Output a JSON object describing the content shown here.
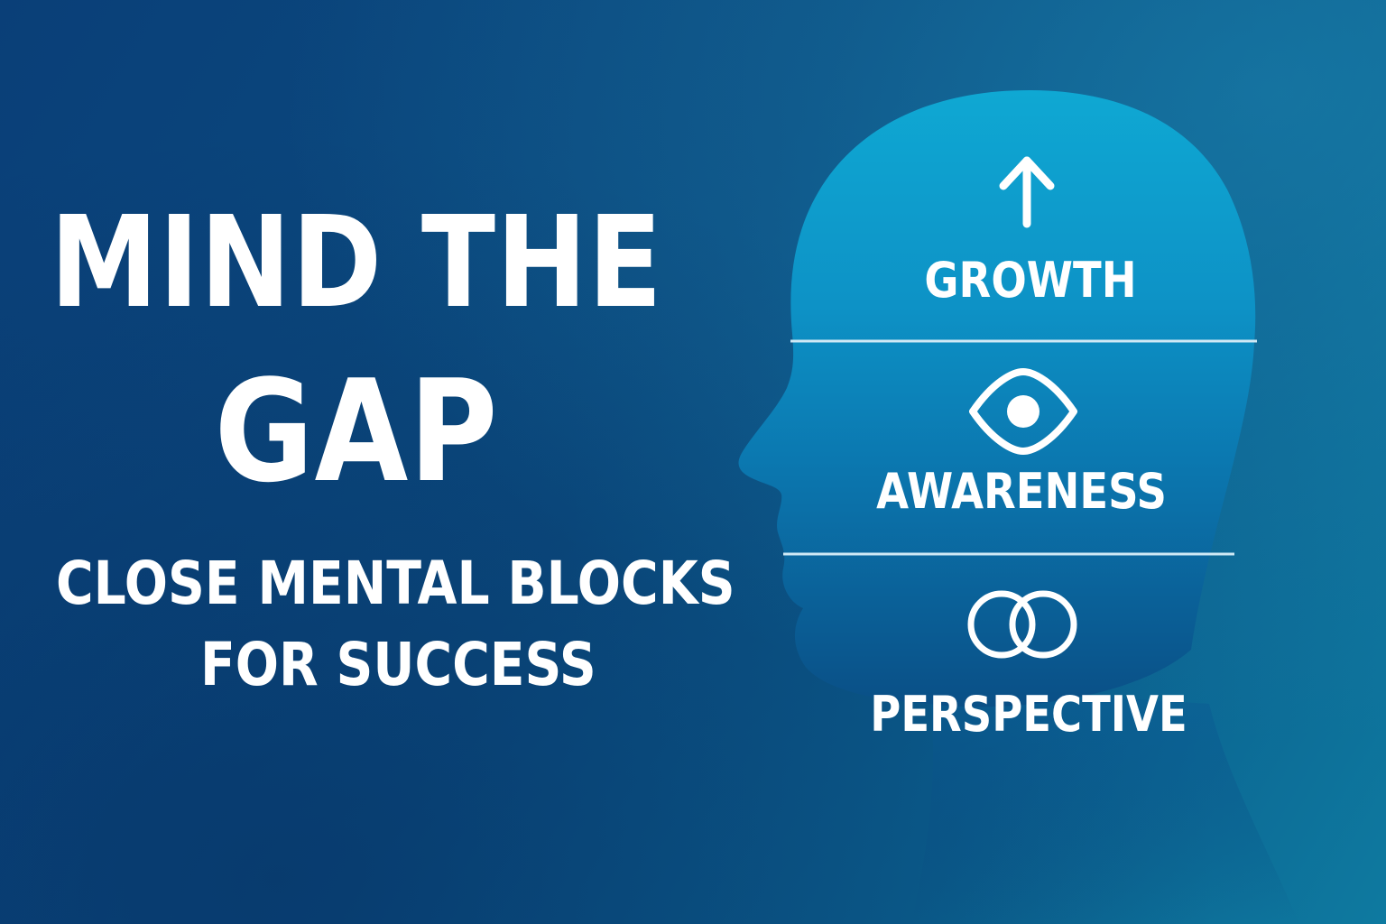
{
  "title": {
    "line1": "MIND THE",
    "line2": "GAP"
  },
  "subtitle": {
    "line1": "CLOSE MENTAL BLOCKS",
    "line2": "FOR SUCCESS"
  },
  "head": {
    "sections": [
      {
        "label": "GROWTH",
        "icon": "arrow-up-icon"
      },
      {
        "label": "AWARENESS",
        "icon": "eye-icon"
      },
      {
        "label": "PERSPECTIVE",
        "icon": "interlocking-circles-icon"
      }
    ]
  },
  "colors": {
    "background_dark": "#0a3f78",
    "background_light": "#0e7aa0",
    "head_top": "#0ea3cf",
    "head_middle": "#0c80b8",
    "head_bottom": "#0b5d96",
    "divider": "#cfe9f5",
    "text": "#ffffff"
  }
}
